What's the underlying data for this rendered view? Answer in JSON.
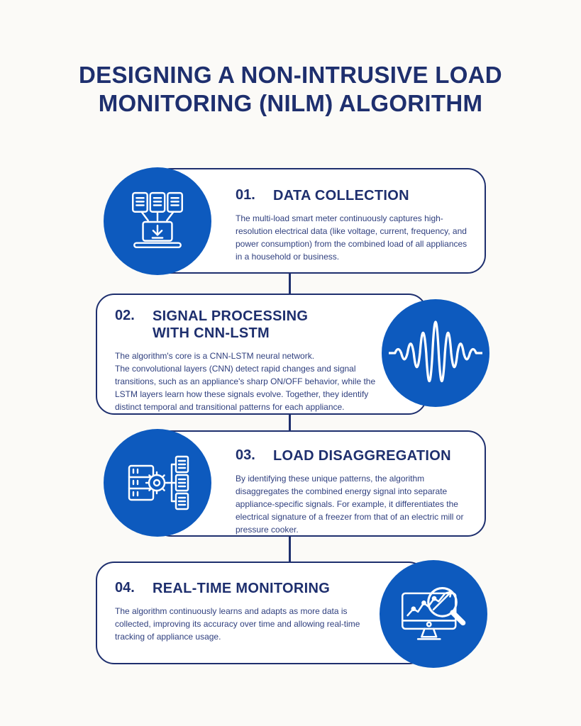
{
  "colors": {
    "navy": "#1e2f6e",
    "text": "#2f3f7e",
    "blue": "#0d5abe",
    "card_bg": "#ffffff",
    "page_bg": "#fbfaf7"
  },
  "header": {
    "title_line1": "DESIGNING A NON-INTRUSIVE LOAD",
    "title_line2": "MONITORING (NILM) ALGORITHM"
  },
  "steps": [
    {
      "number": "01.",
      "title": "DATA COLLECTION",
      "description": "The multi-load smart meter continuously captures high-resolution electrical data (like voltage, current, frequency, and power consumption) from the combined load of all appliances in a household or business.",
      "icon": "documents-to-laptop-icon",
      "icon_side": "left"
    },
    {
      "number": "02.",
      "title": "SIGNAL PROCESSING WITH CNN-LSTM",
      "description": "The algorithm's core is a CNN-LSTM neural network.\nThe convolutional layers (CNN) detect rapid changes and signal transitions, such as an appliance's sharp ON/OFF behavior, while the LSTM layers learn how these signals evolve. Together, they identify distinct temporal and transitional patterns for each appliance.",
      "icon": "signal-waveform-icon",
      "icon_side": "right"
    },
    {
      "number": "03.",
      "title": "LOAD DISAGGREGATION",
      "description": "By identifying these unique patterns, the algorithm disaggregates the combined energy signal into separate appliance-specific signals. For example, it differentiates the electrical signature of a freezer from that of an electric mill or pressure cooker.",
      "icon": "server-gear-documents-icon",
      "icon_side": "left"
    },
    {
      "number": "04.",
      "title": "REAL-TIME MONITORING",
      "description": "The algorithm continuously learns and adapts as more data is collected, improving its accuracy over time and allowing real-time tracking of appliance usage.",
      "icon": "monitor-magnifier-icon",
      "icon_side": "right"
    }
  ]
}
